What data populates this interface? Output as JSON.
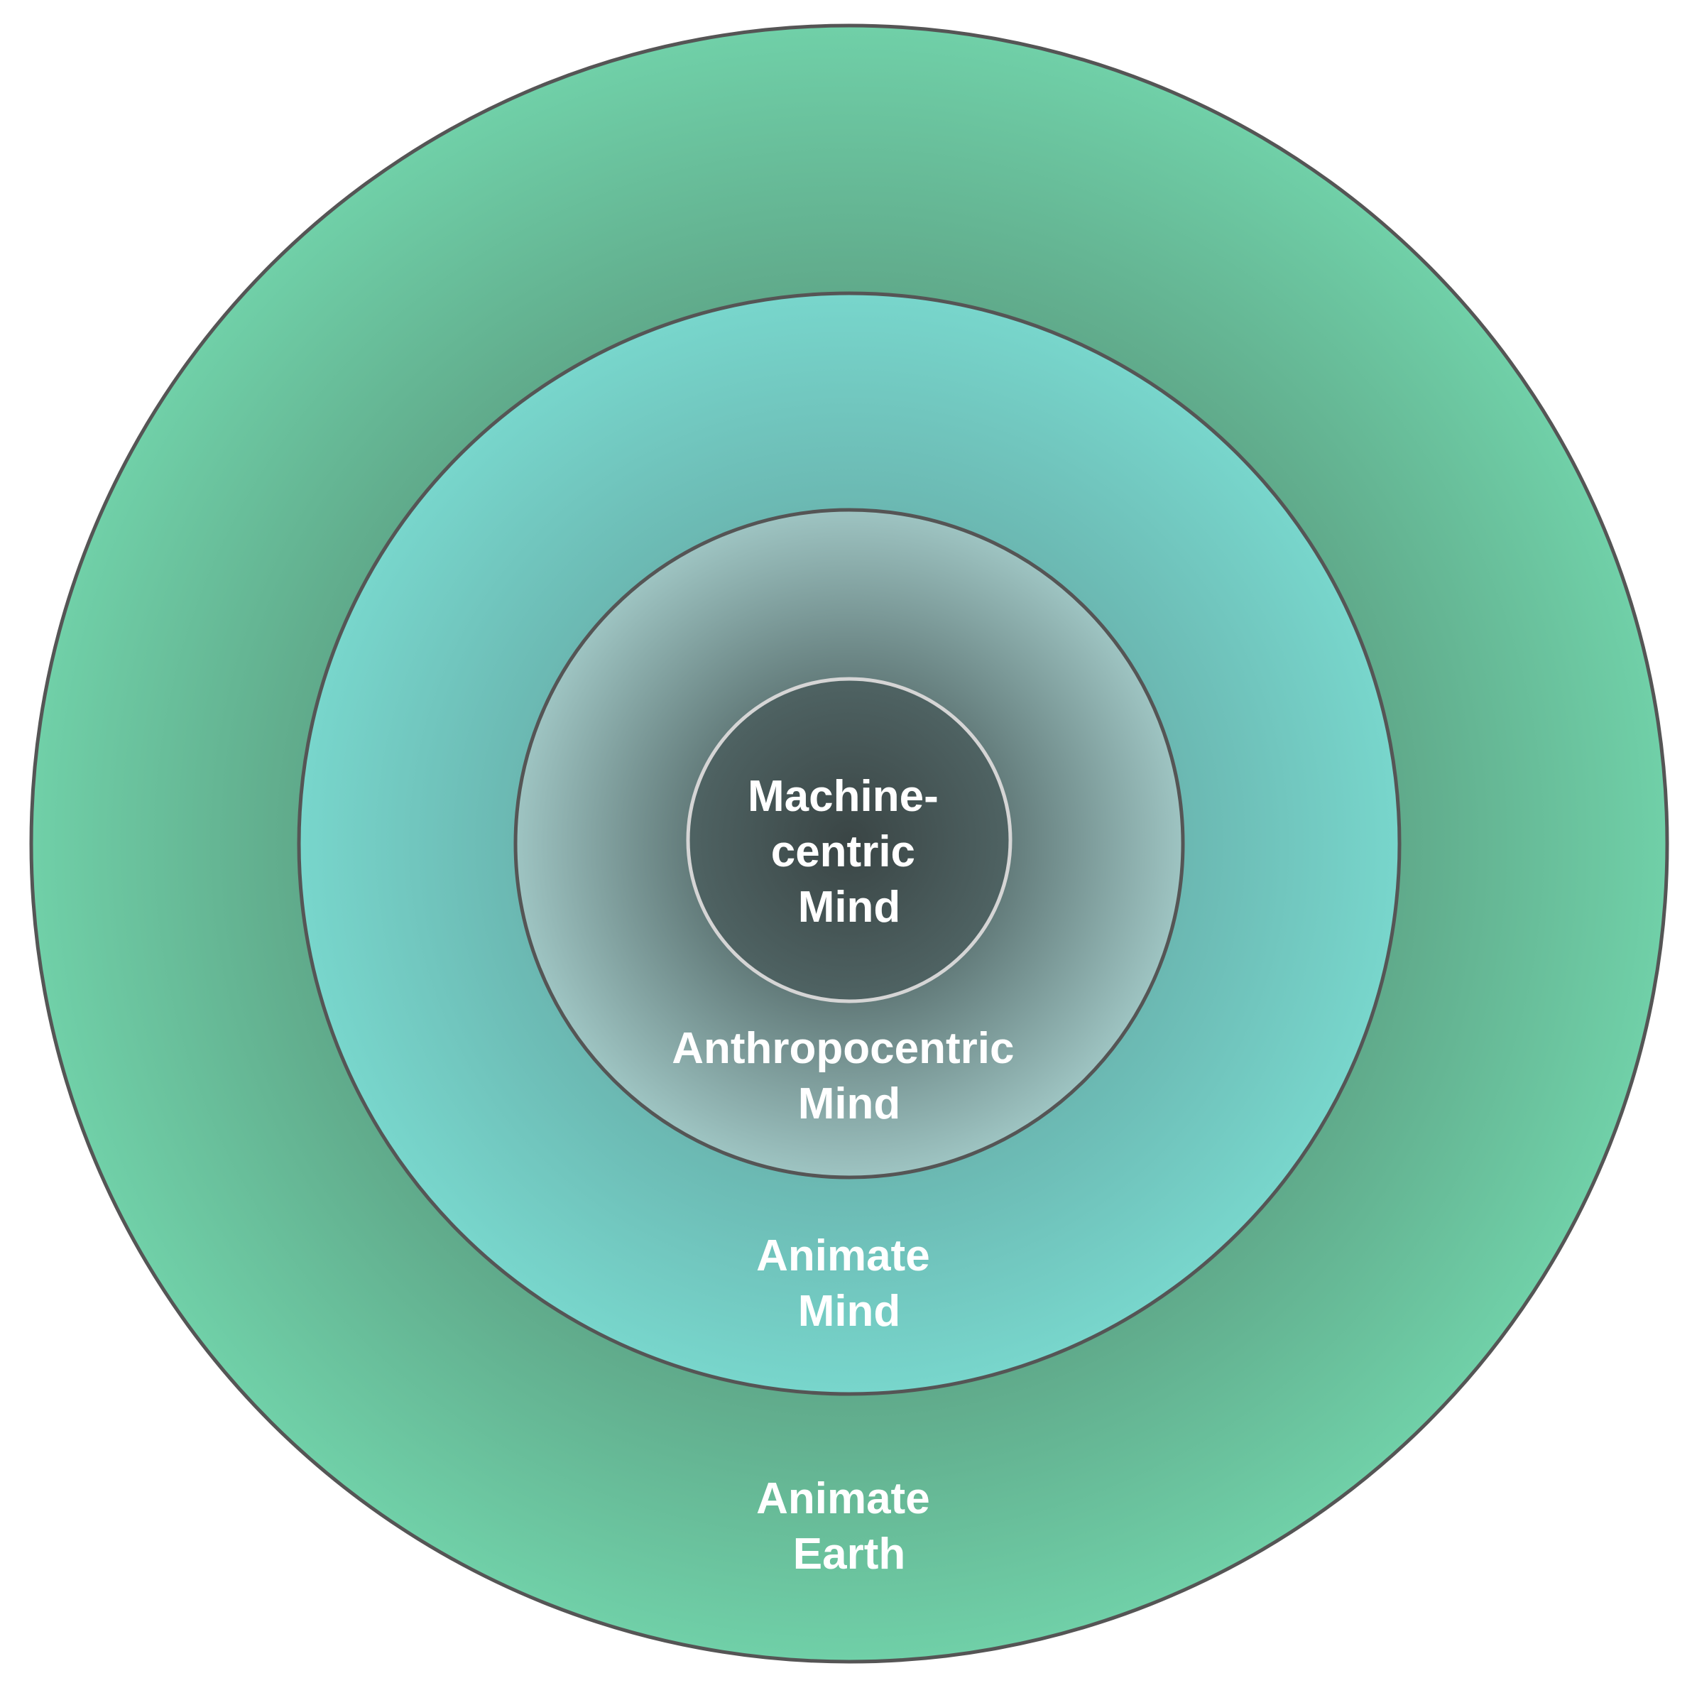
{
  "diagram": {
    "rings": [
      {
        "id": "animate-earth",
        "label_lines": [
          "Animate",
          "Earth"
        ],
        "color_inner": "#5a9c80",
        "color_outer": "#70d0a8",
        "stroke": "#555555"
      },
      {
        "id": "animate-mind",
        "label_lines": [
          "Animate",
          "Mind"
        ],
        "color_inner": "#64a8a4",
        "color_outer": "#78d6cc",
        "stroke": "#555555"
      },
      {
        "id": "anthropocentric-mind",
        "label_lines": [
          "Anthropocentric",
          "Mind"
        ],
        "color_inner": "#3e4e4e",
        "color_outer": "#9ec4c2",
        "stroke": "#555555"
      },
      {
        "id": "machine-centric-mind",
        "label_lines": [
          "Machine-",
          "centric",
          "Mind"
        ],
        "color_inner": "#3a4545",
        "color_outer": "#4f6363",
        "stroke": "#d5d5d5"
      }
    ]
  }
}
